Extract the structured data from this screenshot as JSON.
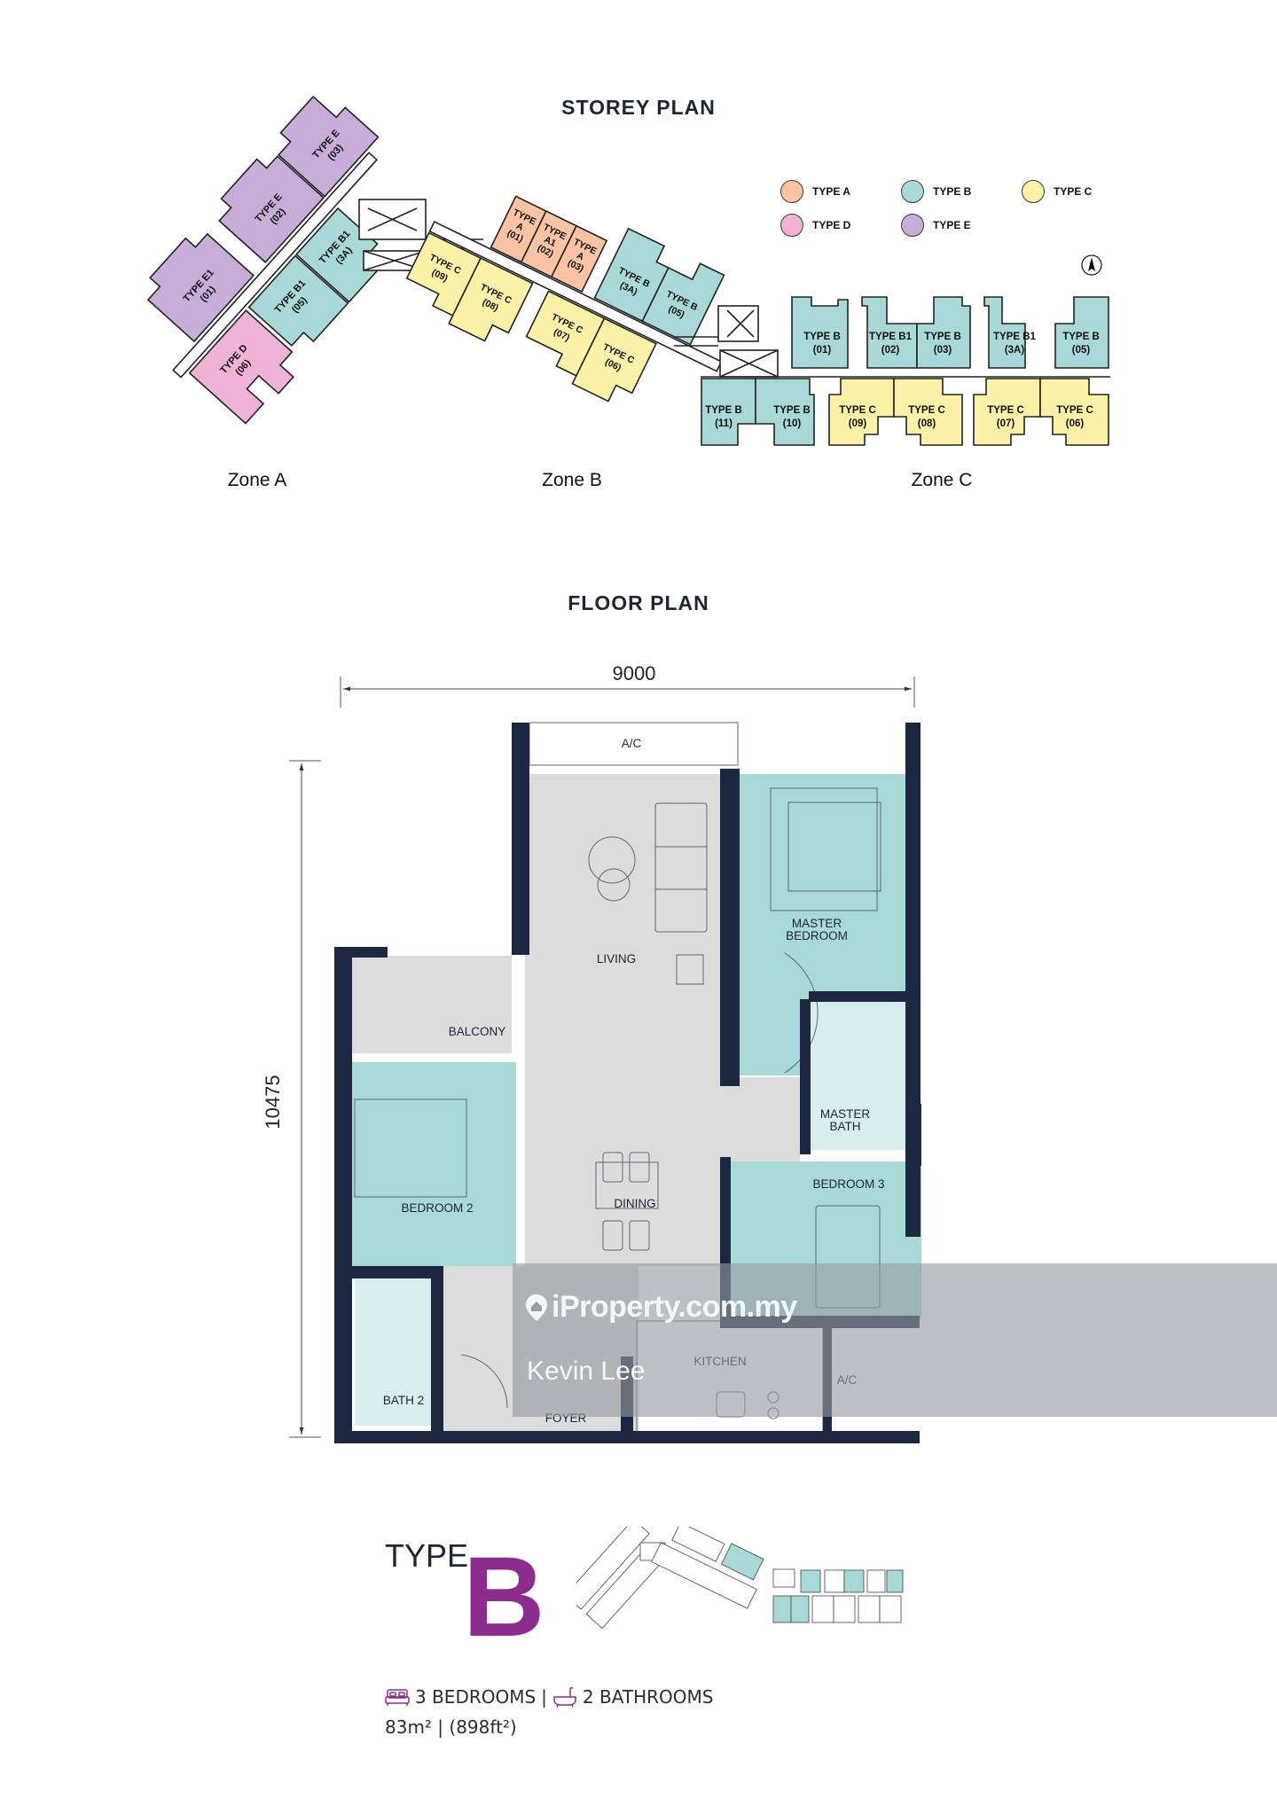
{
  "storey_plan": {
    "title": "STOREY PLAN",
    "legend": [
      {
        "label": "TYPE A",
        "color": "#f9c3a4"
      },
      {
        "label": "TYPE B",
        "color": "#a8d9d7"
      },
      {
        "label": "TYPE C",
        "color": "#fbf2a8"
      },
      {
        "label": "TYPE D",
        "color": "#efb3d6"
      },
      {
        "label": "TYPE E",
        "color": "#c6aed8"
      }
    ],
    "compass": "north-arrow",
    "zones": [
      "Zone A",
      "Zone B",
      "Zone C"
    ],
    "zone_a_units": [
      {
        "type": "TYPE E",
        "unit": "(03)"
      },
      {
        "type": "TYPE E",
        "unit": "(02)"
      },
      {
        "type": "TYPE E1",
        "unit": "(01)"
      },
      {
        "type": "TYPE B1",
        "unit": "(3A)"
      },
      {
        "type": "TYPE B1",
        "unit": "(05)"
      },
      {
        "type": "TYPE D",
        "unit": "(06)"
      }
    ],
    "zone_b_units": [
      {
        "type": "TYPE",
        "sub": "A",
        "unit": "(01)"
      },
      {
        "type": "TYPE",
        "sub": "A1",
        "unit": "(02)"
      },
      {
        "type": "TYPE",
        "sub": "A",
        "unit": "(03)"
      },
      {
        "type": "TYPE B",
        "unit": "(3A)"
      },
      {
        "type": "TYPE B",
        "unit": "(05)"
      },
      {
        "type": "TYPE C",
        "unit": "(09)"
      },
      {
        "type": "TYPE C",
        "unit": "(08)"
      },
      {
        "type": "TYPE C",
        "unit": "(07)"
      },
      {
        "type": "TYPE C",
        "unit": "(06)"
      }
    ],
    "zone_c_units_top": [
      {
        "type": "TYPE B",
        "unit": "(01)"
      },
      {
        "type": "TYPE B1",
        "unit": "(02)"
      },
      {
        "type": "TYPE B",
        "unit": "(03)"
      },
      {
        "type": "TYPE B1",
        "unit": "(3A)"
      },
      {
        "type": "TYPE B",
        "unit": "(05)"
      }
    ],
    "zone_c_units_bottom": [
      {
        "type": "TYPE B",
        "unit": "(11)"
      },
      {
        "type": "TYPE B",
        "unit": "(10)"
      },
      {
        "type": "TYPE C",
        "unit": "(09)"
      },
      {
        "type": "TYPE C",
        "unit": "(08)"
      },
      {
        "type": "TYPE C",
        "unit": "(07)"
      },
      {
        "type": "TYPE C",
        "unit": "(06)"
      }
    ]
  },
  "floor_plan": {
    "title": "FLOOR PLAN",
    "width_dimension": "9000",
    "height_dimension": "10475",
    "rooms": {
      "ac_top": "A/C",
      "living": "LIVING",
      "master_bedroom_1": "MASTER",
      "master_bedroom_2": "BEDROOM",
      "balcony": "BALCONY",
      "master_bath_1": "MASTER",
      "master_bath_2": "BATH",
      "bedroom_2": "BEDROOM 2",
      "dining": "DINING",
      "bedroom_3": "BEDROOM 3",
      "kitchen": "KITCHEN",
      "ac_side": "A/C",
      "bath_2": "BATH 2",
      "foyer": "FOYER"
    },
    "colors": {
      "wall": "#1c2840",
      "common": "#dcdcdc",
      "bedroom": "#a8d9d7",
      "bath": "#d9ecee"
    }
  },
  "watermark": {
    "site": "iProperty.com.my",
    "agent": "Kevin Lee"
  },
  "unit_type": {
    "word": "TYPE",
    "letter": "B",
    "bedrooms": "3 BEDROOMS",
    "separator": "|",
    "bathrooms": "2 BATHROOMS",
    "area": "83m² | (898ft²)",
    "accent": "#8c2d8e"
  }
}
